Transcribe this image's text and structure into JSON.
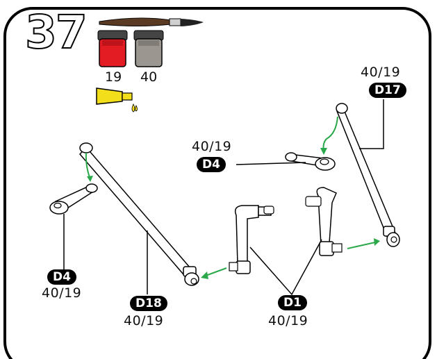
{
  "step_number": "37",
  "paints": [
    {
      "number": "19",
      "color": "#e31b23"
    },
    {
      "number": "40",
      "color": "#9b9690"
    }
  ],
  "glue_color": "#f2de1a",
  "arrow_color": "#2aa84a",
  "parts": [
    {
      "code": "D17",
      "paint": "40/19"
    },
    {
      "code": "D4",
      "paint": "40/19"
    },
    {
      "code": "D4",
      "paint": "40/19"
    },
    {
      "code": "D18",
      "paint": "40/19"
    },
    {
      "code": "D1",
      "paint": "40/19"
    }
  ],
  "icons": [
    "paintbrush-icon",
    "paint-pot-icon",
    "glue-tube-icon"
  ]
}
